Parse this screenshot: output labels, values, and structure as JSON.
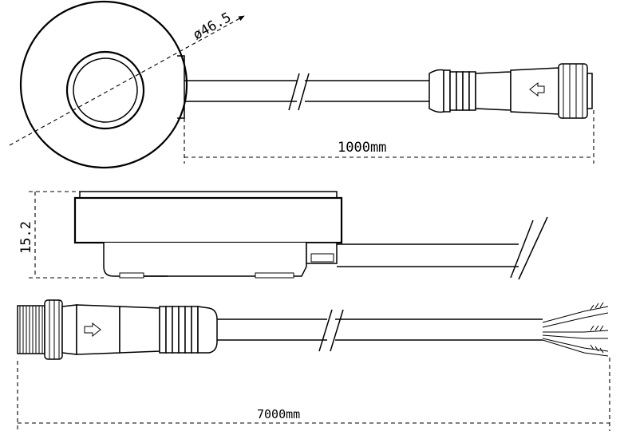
{
  "dimensions": {
    "diameter": "ø46.5",
    "height": "15.2",
    "cable_length_top": "1000mm",
    "cable_length_bottom": "7000mm"
  },
  "colors": {
    "line": "#000000",
    "background": "#ffffff"
  }
}
